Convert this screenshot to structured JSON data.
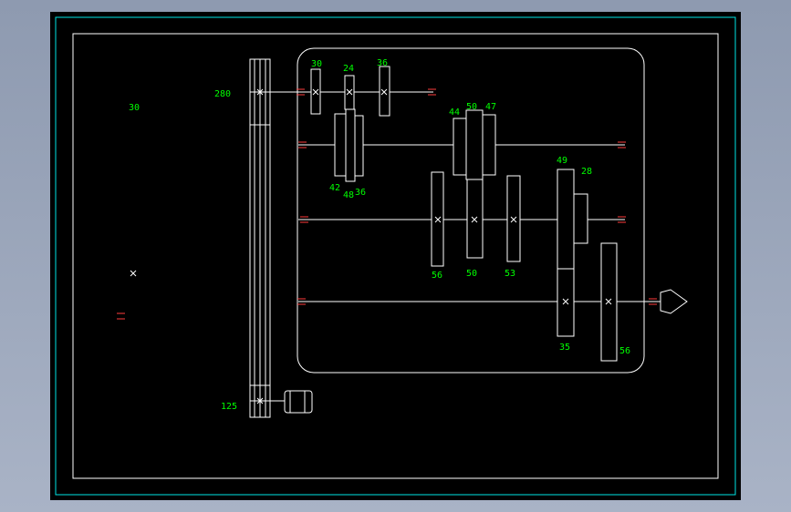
{
  "colors": {
    "background": "#000000",
    "lines": "#ffffff",
    "labels": "#00ff00",
    "frame": "#00e5e5",
    "bearing": "#ff3b3b"
  },
  "labels": {
    "pulley_top": "280",
    "pulley_bottom": "125",
    "left_marker": "30",
    "g30": "30",
    "g24": "24",
    "g36a": "36",
    "g42": "42",
    "g48": "48",
    "g36b": "36",
    "g44": "44",
    "g50a": "50",
    "g47": "47",
    "g56a": "56",
    "g50b": "50",
    "g53": "53",
    "g49": "49",
    "g28": "28",
    "g35": "35",
    "g56b": "56"
  }
}
